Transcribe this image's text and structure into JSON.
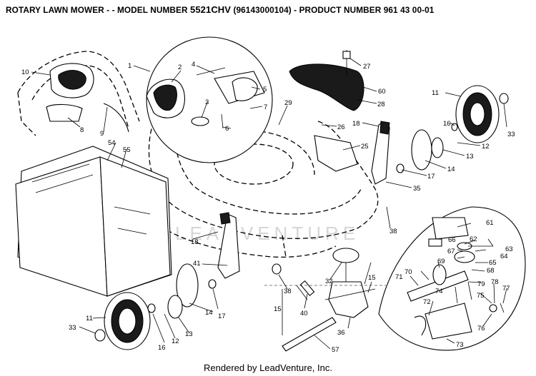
{
  "header": {
    "prefix": "ROTARY LAWN MOWER - - MODEL NUMBER ",
    "model": "5521CHV",
    "suffix": " (96143000104) - PRODUCT NUMBER 961 43 00-01"
  },
  "watermark": "LEADVENTURE",
  "footer": "Rendered by LeadVenture, Inc.",
  "callouts": [
    "1",
    "2",
    "3",
    "4",
    "5",
    "6",
    "7",
    "8",
    "9",
    "10",
    "11",
    "12",
    "13",
    "14",
    "15",
    "16",
    "17",
    "18",
    "25",
    "26",
    "27",
    "28",
    "29",
    "32",
    "33",
    "35",
    "36",
    "38",
    "40",
    "41",
    "54",
    "55",
    "57",
    "60",
    "61",
    "62",
    "63",
    "64",
    "65",
    "66",
    "67",
    "68",
    "69",
    "70",
    "71",
    "72",
    "73",
    "74",
    "75",
    "76",
    "77",
    "78",
    "79"
  ]
}
